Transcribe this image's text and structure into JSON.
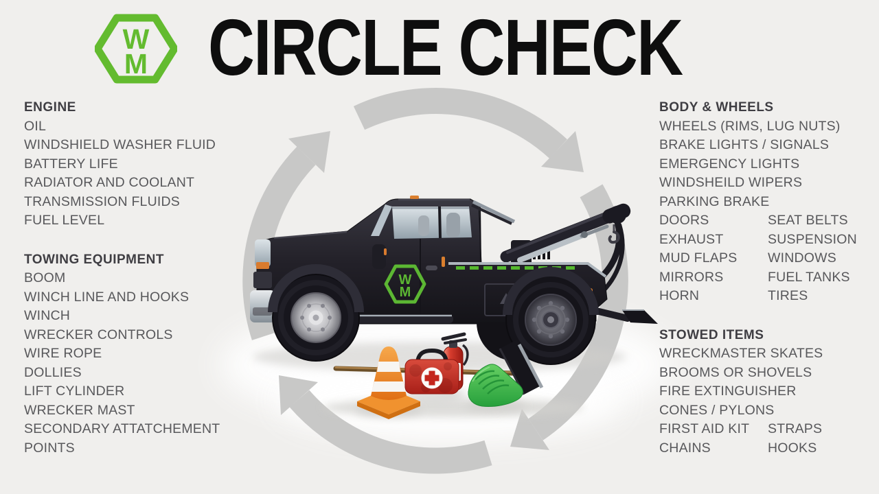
{
  "colors": {
    "background": "#f0efed",
    "title_text": "#0e0e0e",
    "heading_text": "#3f3e43",
    "item_text": "#58585b",
    "brand_green": "#63bb2f",
    "arrow_gray": "#c8c8c7",
    "truck_body_dark": "#232129",
    "cone_orange": "#e8821f",
    "first_aid_red": "#c4261d",
    "skate_green": "#3db84c"
  },
  "header": {
    "title": "CIRCLE CHECK",
    "logo": {
      "top": "W",
      "bottom": "M"
    }
  },
  "truck": {
    "door_logo": {
      "top": "W",
      "bottom": "M"
    }
  },
  "sections": {
    "engine": {
      "heading": "ENGINE",
      "items": [
        "OIL",
        "WINDSHIELD WASHER FLUID",
        "BATTERY LIFE",
        "RADIATOR AND COOLANT",
        "TRANSMISSION FLUIDS",
        "FUEL LEVEL"
      ]
    },
    "towing": {
      "heading": "TOWING EQUIPMENT",
      "items": [
        "BOOM",
        "WINCH LINE AND HOOKS",
        "WINCH",
        "WRECKER CONTROLS",
        "WIRE ROPE",
        "DOLLIES",
        "LIFT CYLINDER",
        "WRECKER MAST",
        "SECONDARY ATTATCHEMENT",
        "POINTS"
      ]
    },
    "body_wheels": {
      "heading": "BODY & WHEELS",
      "items": [
        "WHEELS (RIMS, LUG NUTS)",
        "BRAKE LIGHTS / SIGNALS",
        "EMERGENCY LIGHTS",
        "WINDSHEILD WIPERS",
        "PARKING BRAKE"
      ],
      "pairs": [
        [
          "DOORS",
          "SEAT BELTS"
        ],
        [
          "EXHAUST",
          "SUSPENSION"
        ],
        [
          "MUD FLAPS",
          "WINDOWS"
        ],
        [
          "MIRRORS",
          "FUEL TANKS"
        ],
        [
          "HORN",
          "TIRES"
        ]
      ]
    },
    "stowed": {
      "heading": "STOWED ITEMS",
      "items": [
        "WRECKMASTER SKATES",
        "BROOMS OR SHOVELS",
        "FIRE EXTINGUISHER",
        "CONES / PYLONS"
      ],
      "pairs": [
        [
          "FIRST AID KIT",
          "STRAPS"
        ],
        [
          "CHAINS",
          "HOOKS"
        ]
      ]
    }
  }
}
